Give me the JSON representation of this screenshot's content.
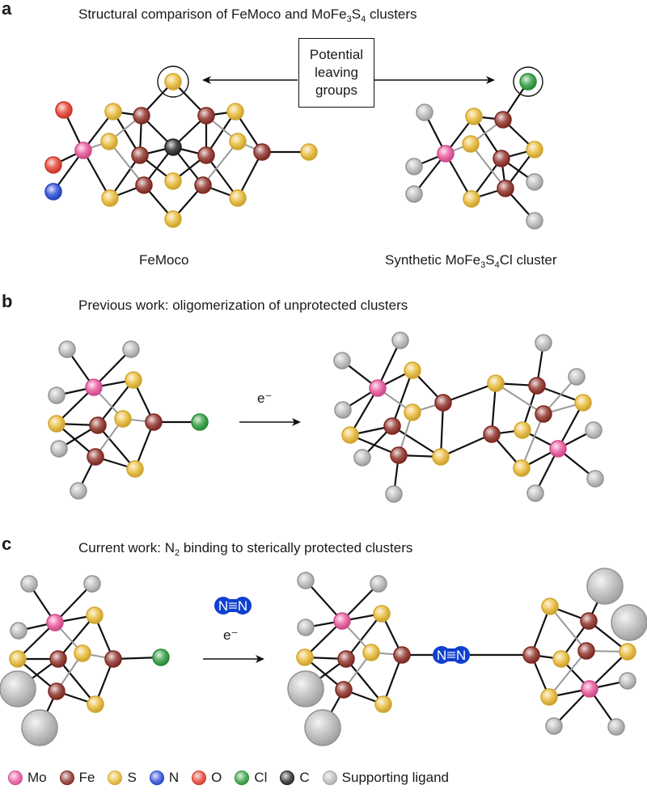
{
  "panels": {
    "a": {
      "letter": "a",
      "title_pre": "Structural comparison of FeMoco and MoFe",
      "title_sub1": "3",
      "title_mid": "S",
      "title_sub2": "4",
      "title_post": " clusters",
      "box_text": "Potential leaving groups",
      "left_label": "FeMoco",
      "right_label_pre": "Synthetic MoFe",
      "right_label_sub1": "3",
      "right_label_mid": "S",
      "right_label_sub2": "4",
      "right_label_post": "Cl cluster"
    },
    "b": {
      "letter": "b",
      "title": "Previous work: oligomerization of unprotected clusters",
      "arrow_label": "e⁻"
    },
    "c": {
      "letter": "c",
      "title_pre": "Current work: N",
      "title_sub": "2",
      "title_post": " binding to sterically protected clusters",
      "reagent": "N≡N",
      "arrow_label": "e⁻"
    }
  },
  "element_colors": {
    "Mo": "#e8509a",
    "Fe": "#8b2a22",
    "S": "#e8b830",
    "N": "#2446d8",
    "O": "#e43a2a",
    "Cl": "#2a9a3a",
    "C": "#222222",
    "L": "#b8b8b8"
  },
  "legend": [
    {
      "key": "Mo",
      "label": "Mo"
    },
    {
      "key": "Fe",
      "label": "Fe"
    },
    {
      "key": "S",
      "label": "S"
    },
    {
      "key": "N",
      "label": "N"
    },
    {
      "key": "O",
      "label": "O"
    },
    {
      "key": "Cl",
      "label": "Cl"
    },
    {
      "key": "C",
      "label": "C"
    },
    {
      "key": "L",
      "label": "Supporting ligand"
    }
  ]
}
